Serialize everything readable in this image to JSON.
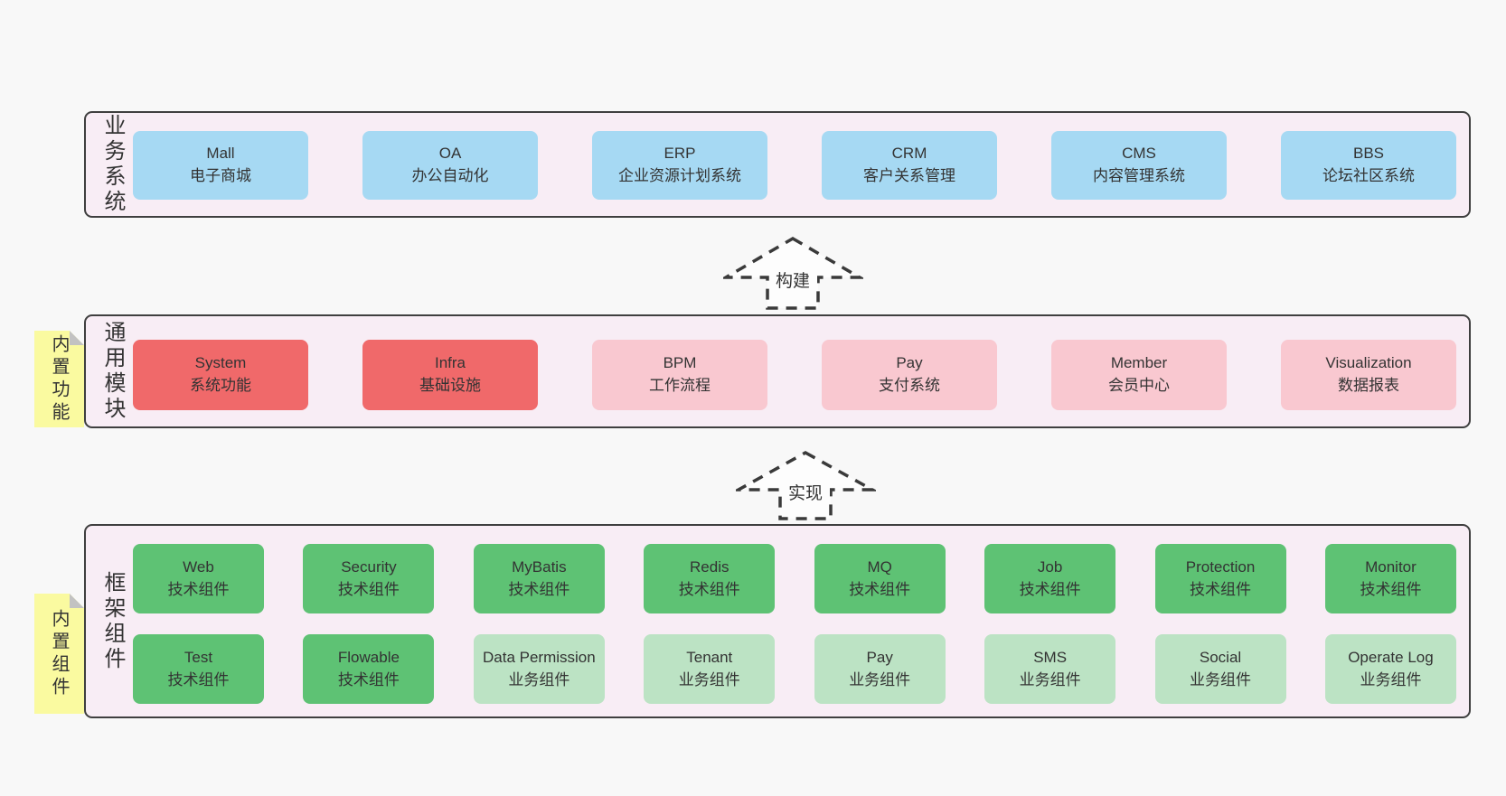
{
  "page": {
    "background": "#f8f8f8",
    "band_background": "#f8edf5",
    "band_border": "#3f3f3f"
  },
  "colors": {
    "blue": "#a6d9f3",
    "red": "#f0696a",
    "pink": "#f9c8d0",
    "green": "#5ec274",
    "lightgreen": "#bce3c4",
    "note_yellow": "#fafaa0"
  },
  "arrows": [
    {
      "label": "构建"
    },
    {
      "label": "实现"
    }
  ],
  "layers": [
    {
      "band_label": "业务系统",
      "boxes": [
        {
          "en": "Mall",
          "zh": "电子商城"
        },
        {
          "en": "OA",
          "zh": "办公自动化"
        },
        {
          "en": "ERP",
          "zh": "企业资源计划系统"
        },
        {
          "en": "CRM",
          "zh": "客户关系管理"
        },
        {
          "en": "CMS",
          "zh": "内容管理系统"
        },
        {
          "en": "BBS",
          "zh": "论坛社区系统"
        }
      ]
    },
    {
      "side_note": "内置功能",
      "band_label": "通用模块",
      "boxes": [
        {
          "en": "System",
          "zh": "系统功能"
        },
        {
          "en": "Infra",
          "zh": "基础设施"
        },
        {
          "en": "BPM",
          "zh": "工作流程"
        },
        {
          "en": "Pay",
          "zh": "支付系统"
        },
        {
          "en": "Member",
          "zh": "会员中心"
        },
        {
          "en": "Visualization",
          "zh": "数据报表"
        }
      ]
    },
    {
      "side_note": "内置组件",
      "band_label": "框架组件",
      "rows": [
        [
          {
            "en": "Web",
            "zh": "技术组件"
          },
          {
            "en": "Security",
            "zh": "技术组件"
          },
          {
            "en": "MyBatis",
            "zh": "技术组件"
          },
          {
            "en": "Redis",
            "zh": "技术组件"
          },
          {
            "en": "MQ",
            "zh": "技术组件"
          },
          {
            "en": "Job",
            "zh": "技术组件"
          },
          {
            "en": "Protection",
            "zh": "技术组件"
          },
          {
            "en": "Monitor",
            "zh": "技术组件"
          }
        ],
        [
          {
            "en": "Test",
            "zh": "技术组件"
          },
          {
            "en": "Flowable",
            "zh": "技术组件"
          },
          {
            "en": "Data Permission",
            "zh": "业务组件"
          },
          {
            "en": "Tenant",
            "zh": "业务组件"
          },
          {
            "en": "Pay",
            "zh": "业务组件"
          },
          {
            "en": "SMS",
            "zh": "业务组件"
          },
          {
            "en": "Social",
            "zh": "业务组件"
          },
          {
            "en": "Operate Log",
            "zh": "业务组件"
          }
        ]
      ]
    }
  ]
}
